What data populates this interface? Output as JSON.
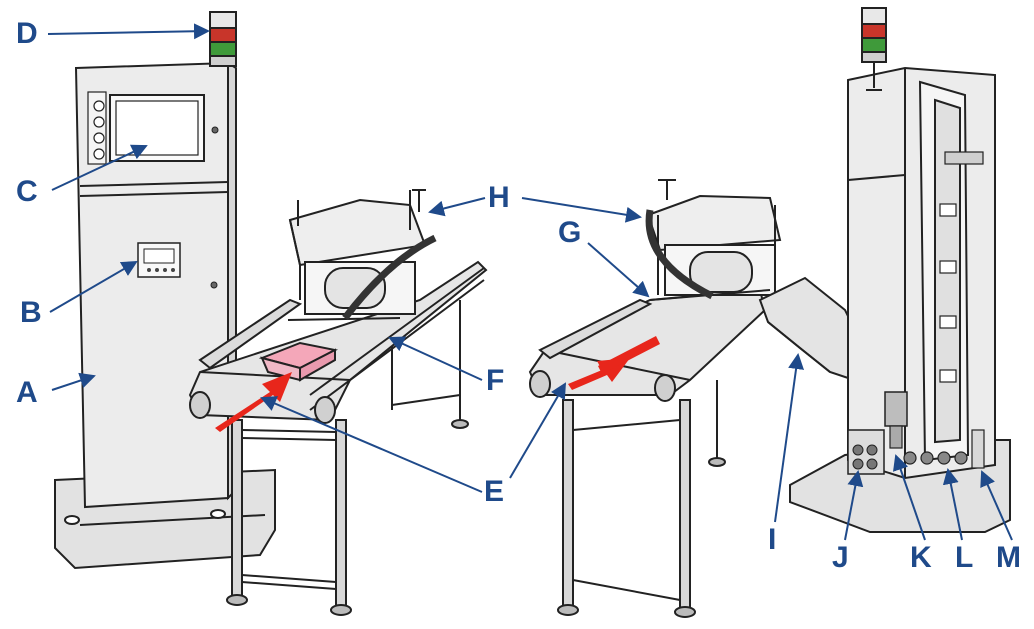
{
  "colors": {
    "callout": "#1f4a8a",
    "outline": "#222222",
    "panel": "#ececec",
    "panel_shade": "#d6d6d6",
    "arrow": "#e8261b",
    "tray": "#f4a7b9",
    "lamp_red": "#c8352a",
    "lamp_green": "#3f9a3a"
  },
  "labels": {
    "A": "A",
    "B": "B",
    "C": "C",
    "D": "D",
    "E": "E",
    "F": "F",
    "G": "G",
    "H": "H",
    "I": "I",
    "J": "J",
    "K": "K",
    "L": "L",
    "M": "M"
  }
}
